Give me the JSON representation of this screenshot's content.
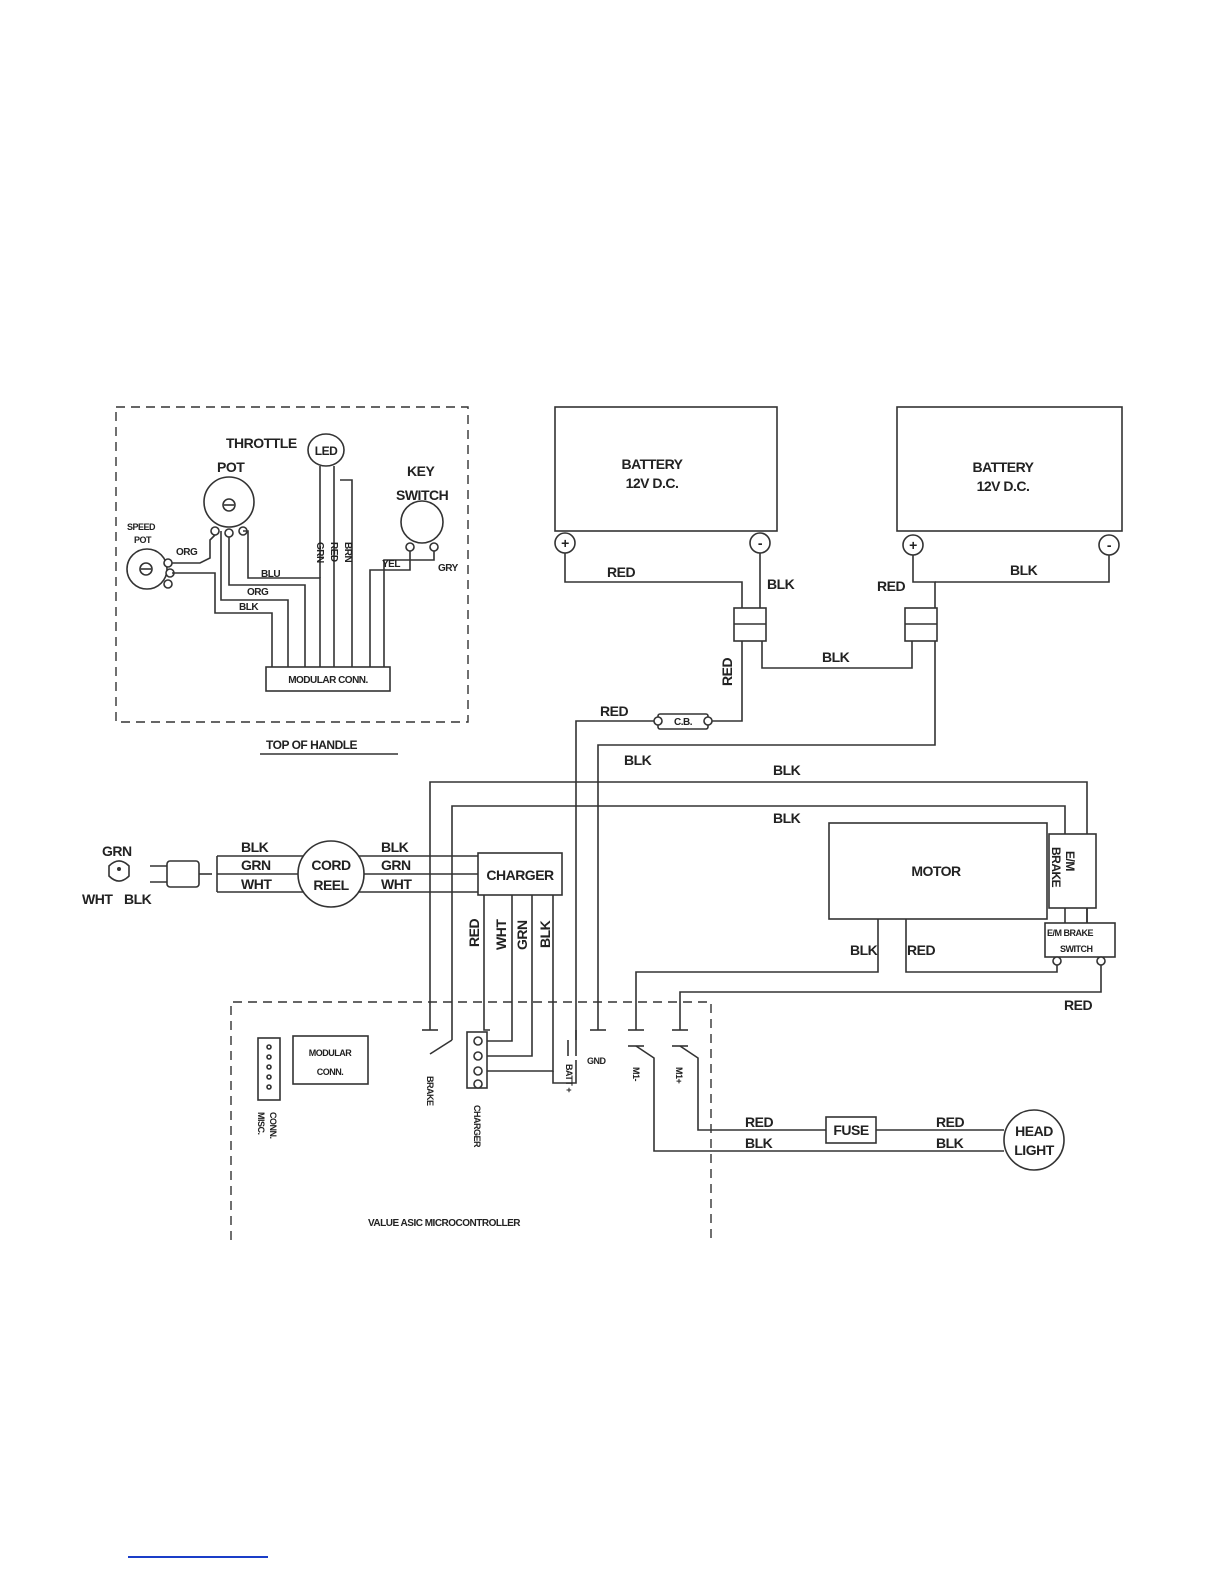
{
  "handle": {
    "title": "TOP OF HANDLE",
    "throttle_pot": [
      "THROTTLE",
      "POT"
    ],
    "led": "LED",
    "key_switch": [
      "KEY",
      "SWITCH"
    ],
    "speed_pot": [
      "SPEED",
      "POT"
    ],
    "modular_conn": "MODULAR CONN.",
    "wires": {
      "org1": "ORG",
      "blu": "BLU",
      "org2": "ORG",
      "blk": "BLK",
      "grn": "GRN",
      "red": "RED",
      "brn": "BRN",
      "yel": "YEL",
      "gry": "GRY"
    }
  },
  "battery1": {
    "label": [
      "BATTERY",
      "12V D.C."
    ],
    "pos": "+",
    "neg": "-"
  },
  "battery2": {
    "label": [
      "BATTERY",
      "12V D.C."
    ],
    "pos": "+",
    "neg": "-"
  },
  "wire_labels": {
    "b1_red": "RED",
    "b1_blk": "BLK",
    "b2_red": "RED",
    "b2_blk": "BLK",
    "link_blk": "BLK",
    "vert_red": "RED",
    "cb_red": "RED",
    "gnd_blk": "BLK",
    "top_blk1": "BLK",
    "top_blk2": "BLK",
    "motor_blk": "BLK",
    "motor_red": "RED",
    "switch_red": "RED",
    "hl_red1": "RED",
    "hl_blk1": "BLK",
    "hl_red2": "RED",
    "hl_blk2": "BLK"
  },
  "cb": "C.B.",
  "plug": {
    "grn": "GRN",
    "wht": "WHT",
    "blk": "BLK"
  },
  "cord_reel": {
    "label": [
      "CORD",
      "REEL"
    ],
    "in": [
      "BLK",
      "GRN",
      "WHT"
    ],
    "out": [
      "BLK",
      "GRN",
      "WHT"
    ]
  },
  "charger": {
    "label": "CHARGER",
    "wires": [
      "RED",
      "WHT",
      "GRN",
      "BLK"
    ]
  },
  "motor": "MOTOR",
  "em_brake": [
    "E/M",
    "BRAKE"
  ],
  "em_brake_switch": [
    "E/M BRAKE",
    "SWITCH"
  ],
  "controller": {
    "title": "VALUE ASIC MICROCONTROLLER",
    "modular_conn": [
      "MODULAR",
      "CONN."
    ],
    "misc_conn": [
      "MISC.",
      "CONN."
    ],
    "brake": "BRAKE",
    "charger": "CHARGER",
    "batt_plus": "BATT +",
    "gnd": "GND",
    "m1_minus": "M1-",
    "m1_plus": "M1+"
  },
  "fuse": "FUSE",
  "headlight": [
    "HEAD",
    "LIGHT"
  ]
}
